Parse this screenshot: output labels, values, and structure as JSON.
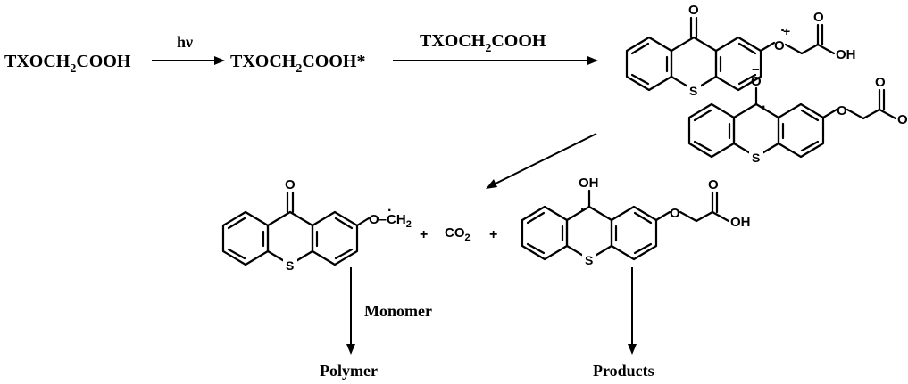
{
  "colors": {
    "ink": "#000000",
    "background": "#ffffff"
  },
  "reaction": {
    "reactant": {
      "base": "TXOCH",
      "sub": "2",
      "tail": "COOH"
    },
    "hv": "hν",
    "excited": {
      "base": "TXOCH",
      "sub": "2",
      "tail": "COOH*"
    },
    "reagent": {
      "base": "TXOCH",
      "sub": "2",
      "tail": "COOH"
    },
    "radical_cation": {
      "O": "O",
      "O_dot_plus": "O",
      "charge": "+",
      "dot": "·",
      "acid_O": "O",
      "acid_OH": "OH",
      "S": "S"
    },
    "radical_anion": {
      "O": "O",
      "charge": "−",
      "ether_O": "O",
      "acid_O": "O",
      "acid_OH": "OH",
      "S": "S",
      "dot": "·"
    },
    "methyl_radical": {
      "O": "O",
      "ether": "O–",
      "dot": "·",
      "ch": "CH",
      "sub": "2",
      "S": "S"
    },
    "plus_1": "+",
    "co2": {
      "base": "CO",
      "sub": "2"
    },
    "plus_2": "+",
    "ketyl": {
      "OH": "OH",
      "ether_O": "O",
      "acid_O": "O",
      "acid_OH": "OH",
      "S": "S",
      "dot": "·"
    },
    "monomer": "Monomer",
    "polymer": "Polymer",
    "products": "Products"
  }
}
